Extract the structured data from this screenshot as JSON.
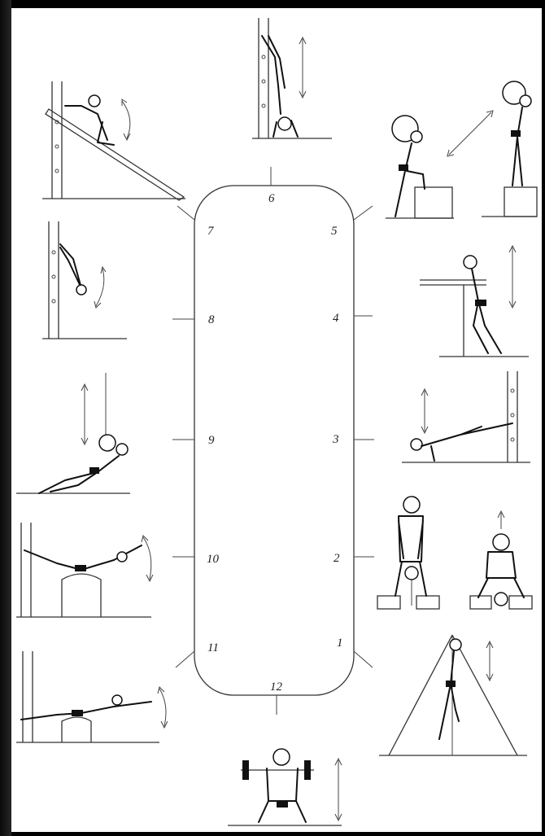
{
  "diagram": {
    "type": "circuit-training-stations",
    "stations": [
      {
        "num": "1",
        "icon": "figure-rope-climb-icon"
      },
      {
        "num": "2",
        "icon": "figure-kettlebell-squat-icon"
      },
      {
        "num": "3",
        "icon": "figure-wall-bar-pushup-icon"
      },
      {
        "num": "4",
        "icon": "figure-barre-leg-swing-icon"
      },
      {
        "num": "5",
        "icon": "figure-medicine-ball-step-up-icon"
      },
      {
        "num": "6",
        "icon": "figure-handstand-icon"
      },
      {
        "num": "7",
        "icon": "figure-incline-board-situp-icon"
      },
      {
        "num": "8",
        "icon": "figure-hanging-leg-raise-icon"
      },
      {
        "num": "9",
        "icon": "figure-medicine-ball-throw-icon"
      },
      {
        "num": "10",
        "icon": "figure-back-extension-icon"
      },
      {
        "num": "11",
        "icon": "figure-prone-extension-icon"
      },
      {
        "num": "12",
        "icon": "figure-barbell-squat-icon"
      }
    ],
    "colors": {
      "background": "#000000",
      "paper": "#ffffff",
      "ink": "#111111"
    }
  }
}
